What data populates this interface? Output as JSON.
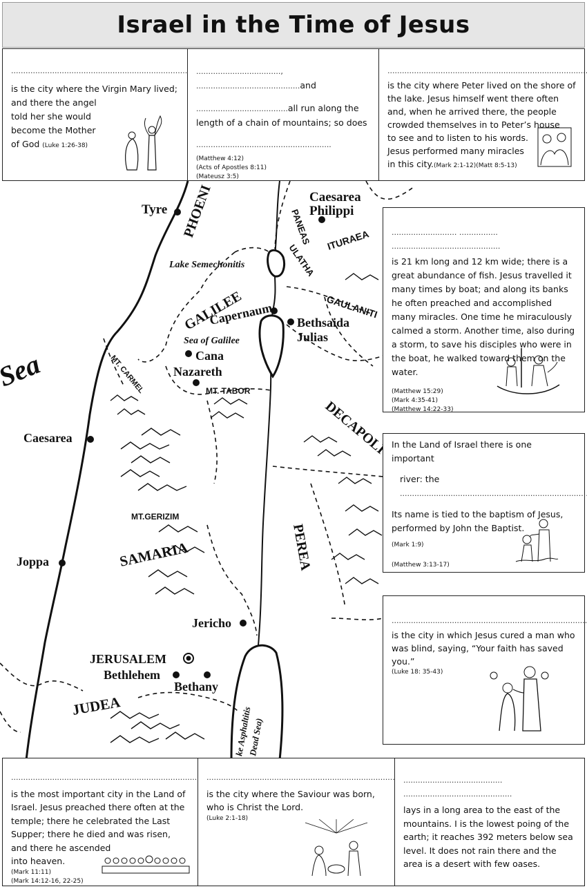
{
  "title": "Israel in the Time of Jesus",
  "boxes": {
    "nazareth": {
      "blank": "..........................................................................................",
      "text1": "is the city where the Virgin Mary lived; and there the angel",
      "text2": "told her she would",
      "text3": "become the Mother",
      "text4": "of God",
      "ref": "(Luke 1:26-38)"
    },
    "rivers": {
      "line1_a": "..................................., ...........................................",
      "line1_b": "and",
      "line2_a": "......................................",
      "line2_b": "all run along the length of a chain of mountains; so does",
      "line3": "........................................................",
      "refs": [
        "(Matthew 4:12)",
        "(Acts of Apostles 8:11)",
        "(Mateusz 3:5)"
      ]
    },
    "capernaum": {
      "blank": "...........................................................................................",
      "text": "is the city where Peter lived on the shore of the lake. Jesus himself went there often and, when he arrived there, the people crowded themselves in to Peter’s house",
      "text2": "to see and to listen to his words.",
      "text3": "Jesus performed many miracles",
      "text4": "in this city.",
      "ref": "(Mark 2:1-12)(Matt 8:5-13)"
    },
    "lake": {
      "blank": "........................... ................ .............................................",
      "text": "is 21 km long and 12 km wide; there is a great abundance of fish. Jesus travelled it many times by boat; and along its banks he often preached and accomplished many miracles. One time he miraculously calmed a storm. Another time, also during a storm, to save his disciples who were in the boat, he walked toward them on the water.",
      "refs": [
        "(Matthew 15:29)",
        "(Mark 4:35-41)",
        "(Matthew 14:22-33)"
      ]
    },
    "jordan": {
      "text1": "In the Land of Israel there is one important",
      "text2": "river: the",
      "blank": "...................................................................................",
      "text3": "Its name is tied to the baptism of Jesus, performed by John the Baptist.",
      "refs": [
        "(Mark 1:9)",
        "(Matthew 3:13-17)"
      ]
    },
    "jericho": {
      "blank": "...........................................................................................",
      "text": "is the city in which Jesus cured a man who was blind, saying, “Your faith has saved you.”",
      "ref": "(Luke 18: 35-43)"
    },
    "jerusalem": {
      "blank": "...........................................................................................",
      "text": "is the most important city in the Land of Israel. Jesus preached there often at the temple; there he celebrated the Last Supper; there he died and was risen, and there he ascended",
      "text2": "into heaven.",
      "refs": [
        "(Mark 11:11)",
        "(Mark 14:12-16, 22-25)"
      ]
    },
    "bethlehem": {
      "blank": "...........................................................................................",
      "text": "is the city where the Saviour was born, who is Christ the Lord.",
      "ref": "(Luke 2:1-18)"
    },
    "deadsea": {
      "blank": ".........................................  .............................................",
      "text": "lays in a long area to the east of the mountains. I is the lowest poing of the earth; it reaches 392 meters below sea level. It does not rain there and the area is a desert with few oases."
    }
  },
  "map_labels": {
    "sea": "Sea",
    "tyre": "Tyre",
    "phoenicia": "PHOENI",
    "caesarea_philippi_1": "Caesarea",
    "caesarea_philippi_2": "Philippi",
    "paneas": "PANEAS",
    "ituraea": "ITURAEA",
    "lake_semechonitis": "Lake Semechonitis",
    "ulatha": "ULATHA",
    "galilee": "GALILEE",
    "capernaum": "Capernaum",
    "gaulanitis": "GAULANITI",
    "bethsaida": "Bethsaida",
    "julias": "Julias",
    "sea_of_galilee": "Sea of Galilee",
    "mt_carmel": "MT. CARMEL",
    "cana": "Cana",
    "nazareth": "Nazareth",
    "mt_tabor": "MT. TABOR",
    "decapolis": "DECAPOLI",
    "caesarea": "Caesarea",
    "mt_gerizim": "MT.GERIZIM",
    "samaria": "SAMARIA",
    "perea": "PEREA",
    "joppa": "Joppa",
    "jericho": "Jericho",
    "jerusalem": "JERUSALEM",
    "bethlehem": "Bethlehem",
    "bethany": "Bethany",
    "judea": "JUDEA",
    "dead_sea_1": "ke Asphaltitis",
    "dead_sea_2": "Dead Sea)"
  }
}
